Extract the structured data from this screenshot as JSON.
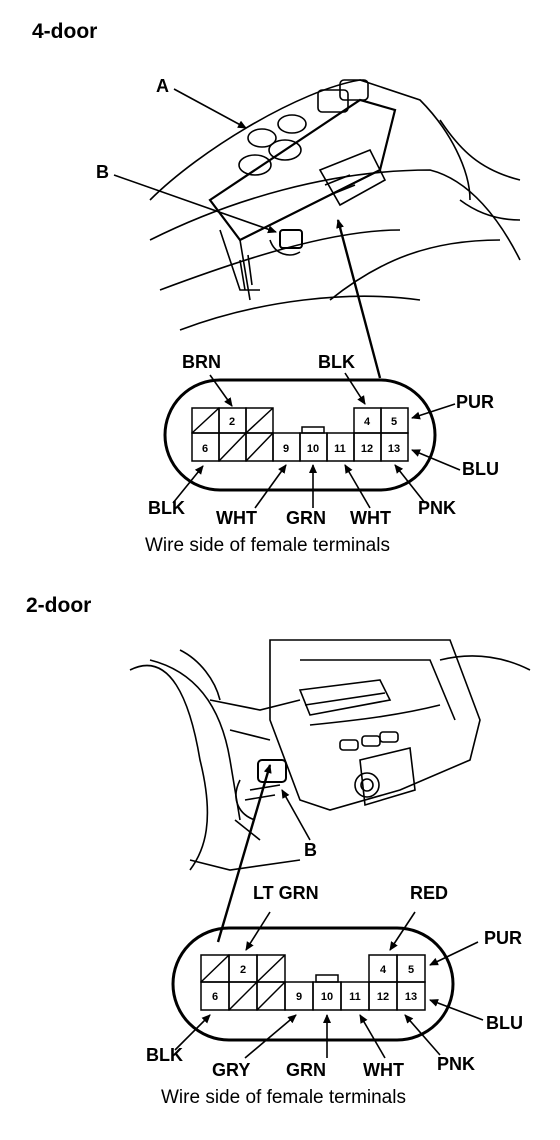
{
  "four_door": {
    "title": "4-door",
    "callouts": {
      "a": "A",
      "b": "B"
    },
    "wires": {
      "brn": "BRN",
      "blk_top": "BLK",
      "pur": "PUR",
      "blu": "BLU",
      "blk": "BLK",
      "wht1": "WHT",
      "grn": "GRN",
      "wht2": "WHT",
      "pnk": "PNK"
    },
    "terminals": [
      "2",
      "4",
      "5",
      "6",
      "9",
      "10",
      "11",
      "12",
      "13"
    ],
    "caption": "Wire side of female terminals"
  },
  "two_door": {
    "title": "2-door",
    "callouts": {
      "b": "B"
    },
    "wires": {
      "lt_grn": "LT GRN",
      "red": "RED",
      "pur": "PUR",
      "blu": "BLU",
      "blk": "BLK",
      "gry": "GRY",
      "grn": "GRN",
      "wht": "WHT",
      "pnk": "PNK"
    },
    "terminals": [
      "2",
      "4",
      "5",
      "6",
      "9",
      "10",
      "11",
      "12",
      "13"
    ],
    "caption": "Wire side of female terminals"
  }
}
